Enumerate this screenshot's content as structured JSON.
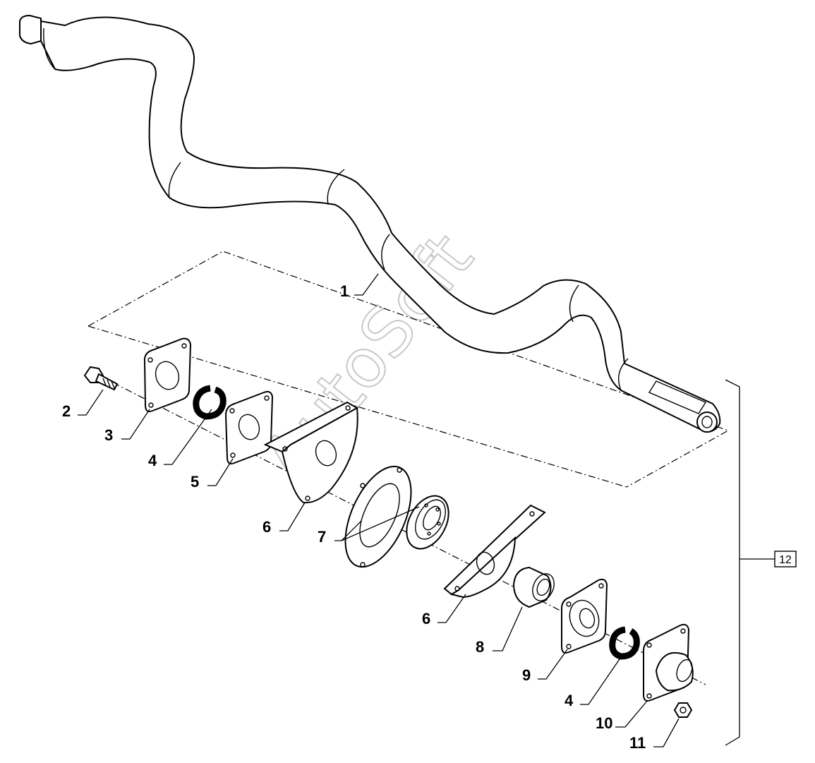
{
  "watermark": "AutoSoft",
  "callouts": [
    {
      "id": "c1",
      "label": "1"
    },
    {
      "id": "c2",
      "label": "2"
    },
    {
      "id": "c3",
      "label": "3"
    },
    {
      "id": "c4a",
      "label": "4"
    },
    {
      "id": "c5",
      "label": "5"
    },
    {
      "id": "c6a",
      "label": "6"
    },
    {
      "id": "c7",
      "label": "7"
    },
    {
      "id": "c6b",
      "label": "6"
    },
    {
      "id": "c8",
      "label": "8"
    },
    {
      "id": "c9",
      "label": "9"
    },
    {
      "id": "c4b",
      "label": "4"
    },
    {
      "id": "c10",
      "label": "10"
    },
    {
      "id": "c11",
      "label": "11"
    }
  ],
  "assembly_box": {
    "label": "12"
  }
}
